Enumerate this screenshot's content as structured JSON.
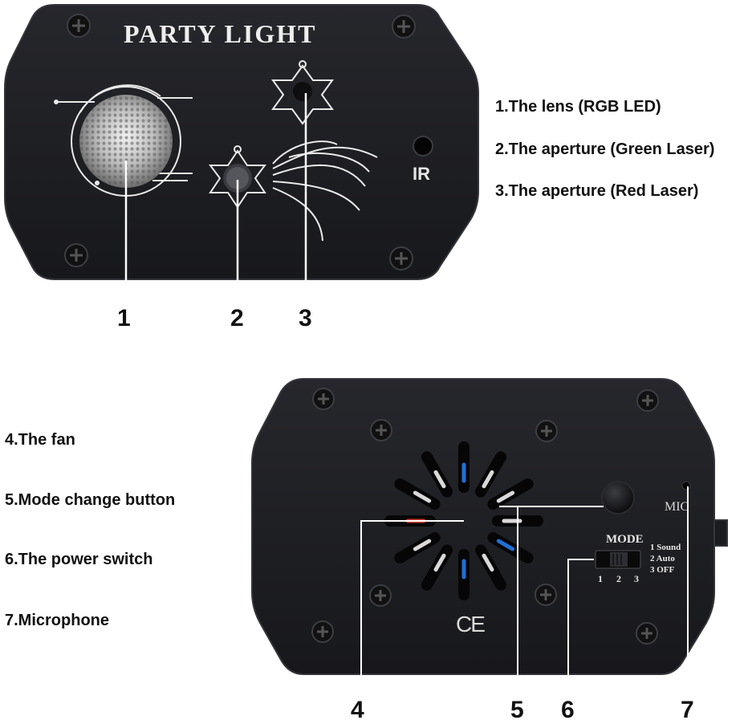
{
  "front": {
    "title": "PARTY LIGHT",
    "ir_label": "IR"
  },
  "back": {
    "mode_label": "MODE",
    "mode_options": [
      "1 Sound",
      "2 Auto",
      "3 OFF"
    ],
    "switch_positions": [
      "1",
      "2",
      "3"
    ],
    "mic_label": "MIC",
    "ce_mark": "CE"
  },
  "callouts_front": [
    {
      "number": "1",
      "text": "1.The lens (RGB LED)"
    },
    {
      "number": "2",
      "text": "2.The aperture (Green Laser)"
    },
    {
      "number": "3",
      "text": "3.The aperture (Red Laser)"
    }
  ],
  "callouts_back": [
    {
      "number": "4",
      "text": "4.The fan"
    },
    {
      "number": "5",
      "text": "5.Mode change button"
    },
    {
      "number": "6",
      "text": "6.The power switch"
    },
    {
      "number": "7",
      "text": "7.Microphone"
    }
  ],
  "colors": {
    "body": "#1b1c20",
    "body_edge": "#2c2d33",
    "line_art": "#e9e9ea",
    "blue_led": "#1f6fd6",
    "red_led": "#d23a2a"
  }
}
